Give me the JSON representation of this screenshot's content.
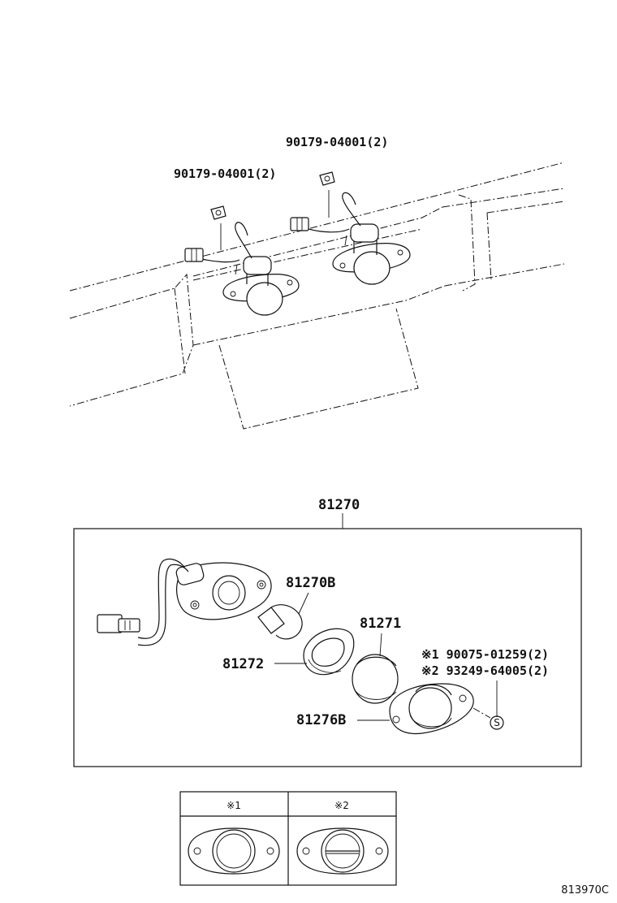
{
  "callouts": {
    "nut_right": "90179-04001(2)",
    "nut_left": "90179-04001(2)",
    "assembly": "81270",
    "bulb": "81270B",
    "lens": "81271",
    "gasket": "81272",
    "housing": "81276B",
    "screw_1": "※1 90075-01259(2)",
    "screw_2": "※2 93249-64005(2)",
    "s_marker": "S"
  },
  "variants": {
    "col1": "※1",
    "col2": "※2"
  },
  "diagram_id": "813970C"
}
